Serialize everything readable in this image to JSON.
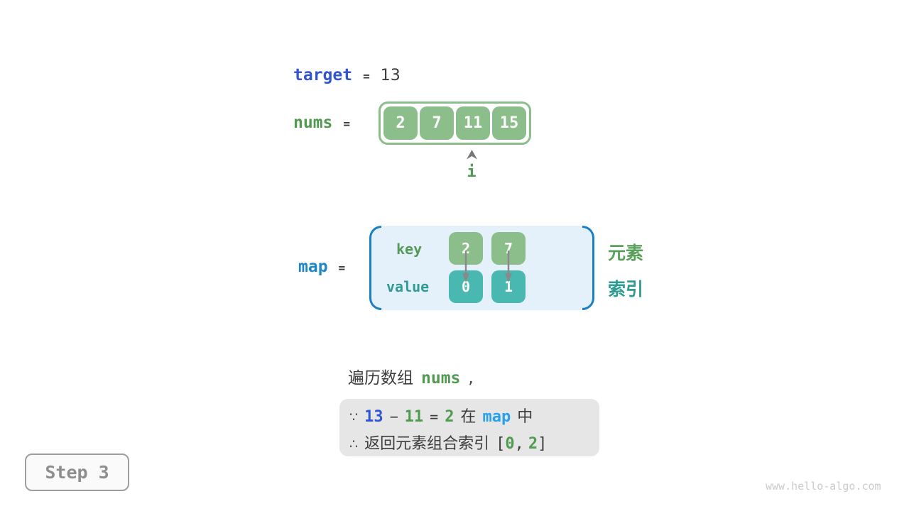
{
  "palette": {
    "cell_green": "#8cbe8c",
    "text_green": "#509b50",
    "cell_teal": "#49b8b0",
    "text_teal": "#2f9b93",
    "target_blue": "#3356d0",
    "map_label_blue": "#1e87cc",
    "map_token_blue": "#28a0ee",
    "map_bracket_blue": "#1a7fc4",
    "map_box_bg": "#e4f1fa",
    "dark_text": "#3d3d3d",
    "arrow_gray": "#8a8a8a",
    "note_box_bg": "#e6e6e6",
    "step_gray": "#8e8e8e",
    "watermark_gray": "#cbcbcb"
  },
  "target_line": {
    "label": "target",
    "equals": "=",
    "value": "13"
  },
  "nums_line": {
    "label": "nums",
    "equals": "=",
    "cells": [
      "2",
      "7",
      "11",
      "15"
    ],
    "pointer": {
      "icon": "up-arrow-icon",
      "label": "i",
      "points_to_index": 2
    }
  },
  "map_line": {
    "label": "map",
    "equals": "=",
    "key_label": "key",
    "value_label": "value",
    "keys": [
      "2",
      "7"
    ],
    "values": [
      "0",
      "1"
    ],
    "arrow_icon": "down-arrow-icon",
    "side_labels": {
      "element": "元素",
      "index": "索引"
    }
  },
  "caption": {
    "text": "遍历数组",
    "code": "nums",
    "comma": ","
  },
  "note_box": {
    "line1": {
      "because": "∵",
      "target": "13",
      "minus": "−",
      "num": "11",
      "equals": "=",
      "result": "2",
      "in": "在",
      "map": "map",
      "suffix": "中"
    },
    "line2": {
      "therefore": "∴",
      "text": "返回元素组合索引",
      "bracket_open": "[",
      "index1": "0",
      "comma": ",",
      "index2": "2",
      "bracket_close": "]"
    }
  },
  "step_badge": {
    "label": "Step 3"
  },
  "watermark": {
    "text": "www.hello-algo.com"
  }
}
